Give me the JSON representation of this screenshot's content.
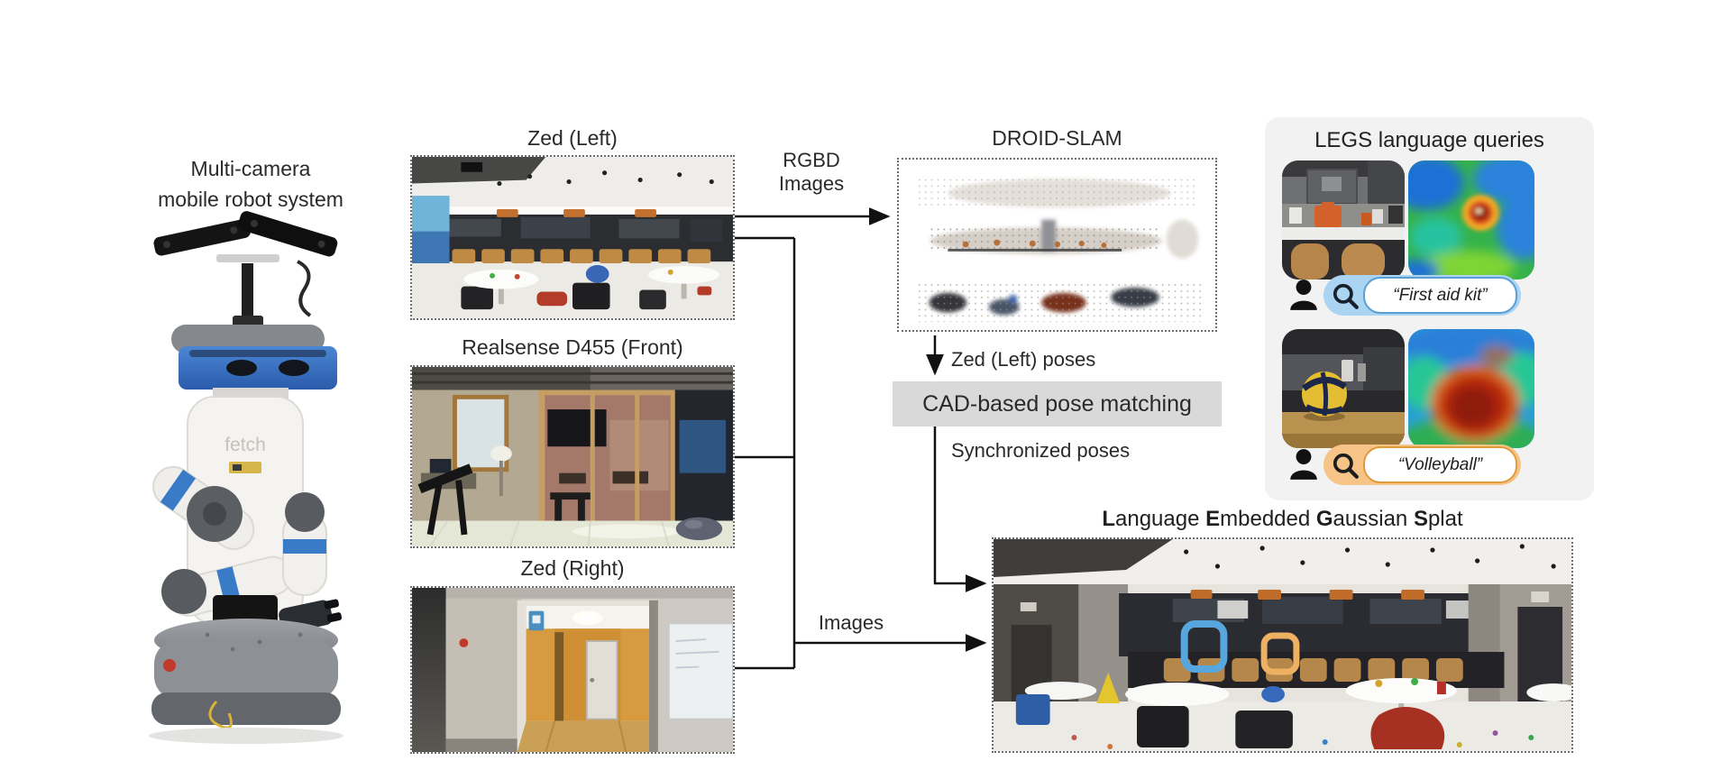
{
  "robot": {
    "label_line1": "Multi-camera",
    "label_line2": "mobile robot system",
    "brand": "fetch"
  },
  "cameras": {
    "zed_left": {
      "label": "Zed (Left)"
    },
    "realsense": {
      "label": "Realsense D455 (Front)"
    },
    "zed_right": {
      "label": "Zed (Right)"
    }
  },
  "flow": {
    "rgbd_line1": "RGBD",
    "rgbd_line2": "Images",
    "droid_slam_title": "DROID-SLAM",
    "zed_left_poses": "Zed (Left) poses",
    "cad_label": "CAD-based pose matching",
    "synchronized_poses": "Synchronized poses",
    "images_label": "Images"
  },
  "queries_panel": {
    "title": "LEGS language queries",
    "query1": "“First aid kit”",
    "query2": "“Volleyball”"
  },
  "splat": {
    "title_b1": "L",
    "title_r1": "anguage ",
    "title_b2": "E",
    "title_r2": "mbedded ",
    "title_b3": "G",
    "title_r3": "aussian ",
    "title_b4": "S",
    "title_r4": "plat"
  },
  "icons": {
    "query_user": "person-silhouette",
    "query_search": "magnifying-glass"
  },
  "colors": {
    "highlight_blue": "#58a6de",
    "highlight_orange": "#eeb061",
    "query1_fill": "#aad4f2",
    "query1_border": "#5a9fd4",
    "query2_fill": "#f5c486",
    "query2_border": "#e09b3d",
    "cad_box_bg": "#d9d9d9",
    "panel_bg": "#f2f2f2",
    "arrow": "#111111"
  }
}
